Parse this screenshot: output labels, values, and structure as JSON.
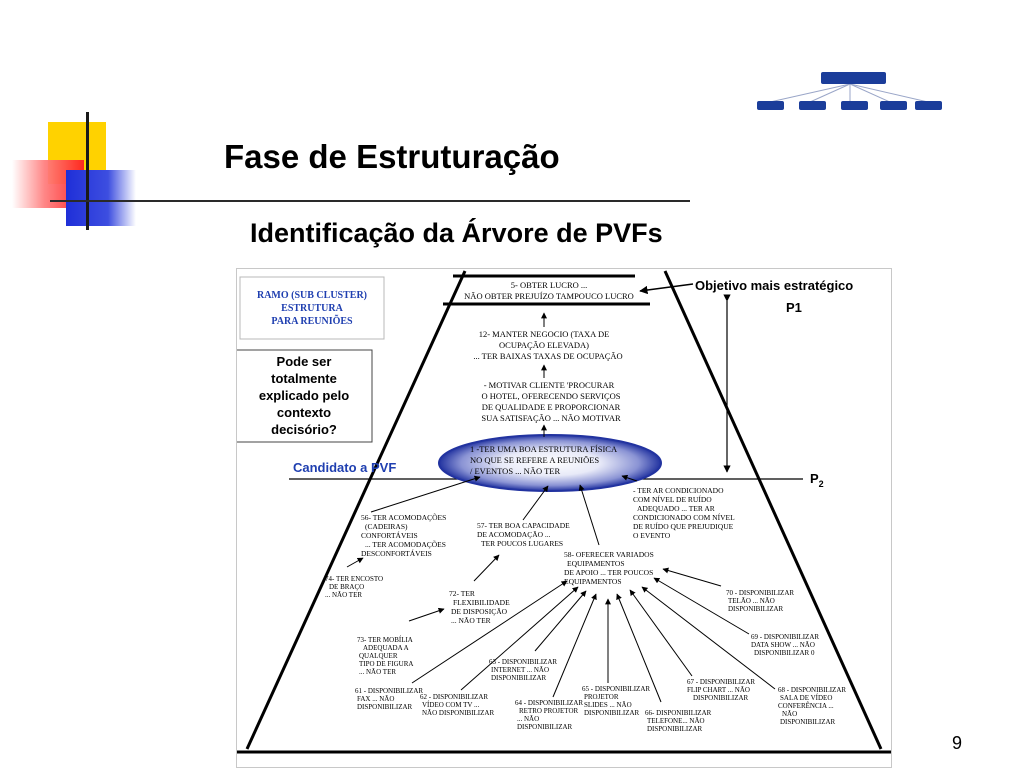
{
  "slide": {
    "title": "Fase de Estruturação",
    "subtitle": "Identificação da Árvore de PVFs",
    "page_number": "9"
  },
  "colors": {
    "accent_blue": "#1f3fb0",
    "candidate_ellipse": "#2233a0",
    "org_chart_blue": "#1b3d9a"
  },
  "diagram": {
    "ramo_lines": [
      "RAMO (SUB CLUSTER)",
      "ESTRUTURA",
      "PARA REUNIÕES"
    ],
    "question_lines": [
      "Pode ser",
      "totalmente",
      "explicado pelo",
      "contexto",
      "decisório?"
    ],
    "candidate_label": "Candidato  a PVF",
    "objective_label": "Objetivo mais estratégico",
    "p1_label": "P1",
    "p2_label": "P",
    "p2_sub": "2",
    "nodes": {
      "n5": [
        "5- OBTER LUCRO ...",
        "NÃO OBTER PREJUÍZO TAMPOUCO LUCRO"
      ],
      "n12": [
        "12- MANTER NEGOCIO  (TAXA DE",
        "OCUPAÇÃO ELEVADA)",
        "... TER BAIXAS TAXAS DE OCUPAÇÃO"
      ],
      "motivar": [
        "- MOTIVAR  CLIENTE 'PROCURAR",
        "O HOTEL, OFERECENDO SERVIÇOS",
        "DE QUALIDADE E PROPORCIONAR",
        "SUA SATISFAÇÃO ...  NÃO MOTIVAR"
      ],
      "n1": [
        "1 -TER UMA BOA ESTRUTURA FÍSICA",
        "NO QUE SE REFERE A REUNIÕES",
        "/ EVENTOS ... NÃO TER"
      ],
      "ar": [
        "-  TER AR CONDICIONADO",
        "COM NÍVEL  DE RUÍDO",
        "ADEQUADO  ... TER AR",
        "CONDICIONADO COM  NÍVEL",
        "DE RUÍDO QUE PREJUDIQUE",
        "O EVENTO"
      ],
      "n56": [
        "56- TER  ACOMODAÇÕES",
        "(CADEIRAS)",
        "CONFORTÁVEIS",
        "...  TER ACOMODAÇÕES",
        "DESCONFORTÁVEIS"
      ],
      "n57": [
        "57- TER BOA CAPACIDADE",
        "DE ACOMODAÇÃO ...",
        "TER POUCOS LUGARES"
      ],
      "n58": [
        "58- OFERECER VARIADOS",
        "EQUIPAMENTOS",
        "DE APOIO ... TER POUCOS",
        "EQUIPAMENTOS"
      ],
      "n74": [
        "74- TER ENCOSTO",
        "DE BRAÇO",
        "... NÃO TER"
      ],
      "n72": [
        "72- TER",
        "FLEXIBILIDADE",
        "DE DISPOSIÇÃO",
        "... NÃO TER"
      ],
      "n73": [
        "73- TER MOBÍLIA",
        "ADEQUADA A",
        "QUALQUER",
        "TIPO DE FIGURA",
        "... NÃO TER"
      ],
      "n70": [
        "70 - DISPONIBILIZAR",
        "TELÃO ... NÃO",
        "DISPONIBILIZAR"
      ],
      "n69": [
        "69 - DISPONIBILIZAR",
        "DATA SHOW  ... NÃO",
        "DISPONIBILIZAR  0"
      ],
      "n63": [
        "63 - DISPONIBILIZAR",
        "INTERNET ... NÃO",
        "DISPONIBILIZAR"
      ],
      "n67": [
        "67 - DISPONIBILIZAR",
        "FLIP CHART ... NÃO",
        "DISPONIBILIZAR"
      ],
      "n61": [
        "61 - DISPONIBILIZAR",
        "FAX ... NÃO",
        "DISPONIBILIZAR"
      ],
      "n62": [
        "62 - DISPONIBILIZAR",
        "VÍDEO COM TV ...",
        "NÃO DISPONIBILIZAR"
      ],
      "n64": [
        "64 - DISPONIBILIZAR",
        "RETRO PROJETOR",
        "... NÃO",
        "DISPONIBILIZAR"
      ],
      "n65": [
        "65 - DISPONIBILIZAR",
        "PROJETOR",
        "SLIDES ... NÃO",
        "DISPONIBILIZAR"
      ],
      "n66": [
        "66- DISPONIBILIZAR",
        "TELEFONE... NÃO",
        "DISPONIBILIZAR"
      ],
      "n68": [
        "68 - DISPONIBILIZAR",
        "SALA DE VÍDEO",
        "CONFERÊNCIA ...",
        "NÃO",
        "DISPONIBILIZAR"
      ]
    }
  }
}
